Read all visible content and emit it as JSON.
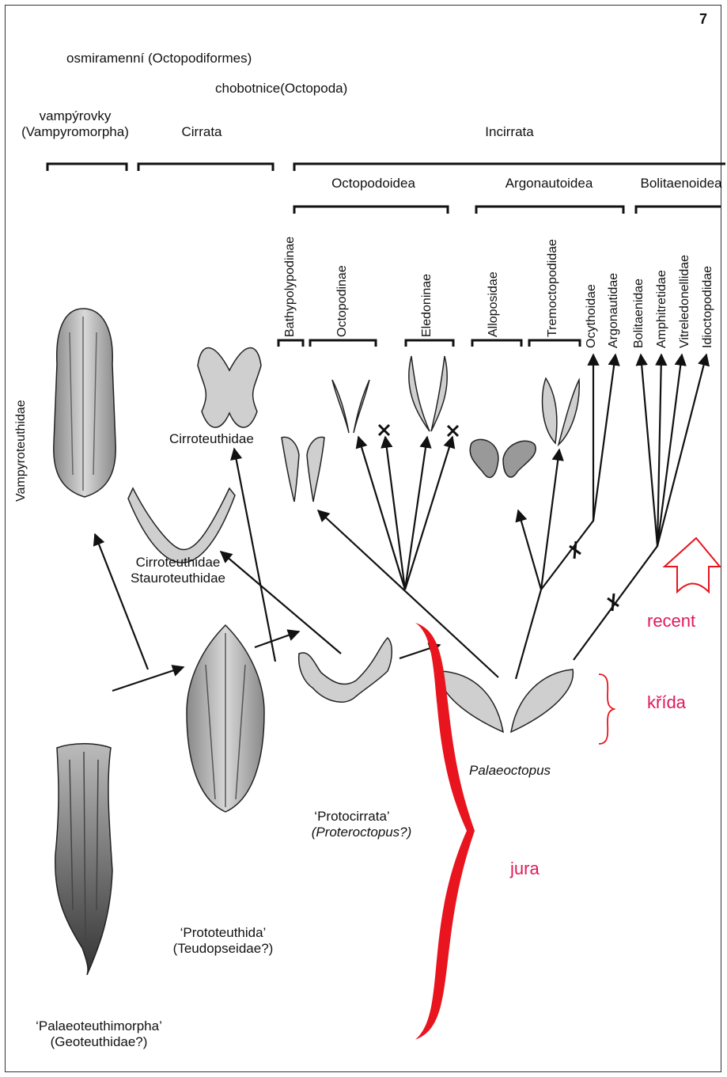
{
  "page_number": "7",
  "headers": {
    "octopodiformes": "osmiramenní (Octopodiformes)",
    "octopoda": "chobotnice(Octopoda)",
    "vampyromorpha_1": "vampýrovky",
    "vampyromorpha_2": "(Vampyromorpha)",
    "cirrata": "Cirrata",
    "incirrata": "Incirrata",
    "octopodoidea": "Octopodoidea",
    "argonautoidea": "Argonautoidea",
    "bolitaenoidea": "Bolitaenoidea"
  },
  "families": {
    "bathypolypodinae": "Bathypolypodinae",
    "octopodinae": "Octopodinae",
    "eledoninae": "Eledoninae",
    "alloposidae": "Alloposidae",
    "tremoctopodidae": "Tremoctopodidae",
    "ocythoidae": "Ocythoidae",
    "argonautidae": "Argonautidae",
    "bolitaenidae": "Bolitaenidae",
    "amphitretidae": "Amphitretidae",
    "vitreledonellidae": "Vitreledonellidae",
    "idioctopodidae": "Idioctopodidae",
    "vampyroteuthidae": "Vampyroteuthidae"
  },
  "fossils": {
    "cirroteuthidae": "Cirroteuthidae",
    "cirro_stauro_1": "Cirroteuthidae",
    "cirro_stauro_2": "Stauroteuthidae",
    "palaeoctopus": "Palaeoctopus",
    "protocirrata_1": "‘Protocirrata’",
    "protocirrata_2": "(Proteroctopus?)",
    "prototeuthida_1": "‘Prototeuthida’",
    "prototeuthida_2": "(Teudopseidae?)",
    "palaeoteuthimorpha_1": "‘Palaeoteuthimorpha’",
    "palaeoteuthimorpha_2": "(Geoteuthidae?)"
  },
  "periods": {
    "recent": "recent",
    "krida": "křída",
    "jura": "jura"
  },
  "colors": {
    "accent": "#e0195a",
    "brace": "#e8141e",
    "line": "#111111",
    "fossil_fill": "#cfcfcf"
  }
}
